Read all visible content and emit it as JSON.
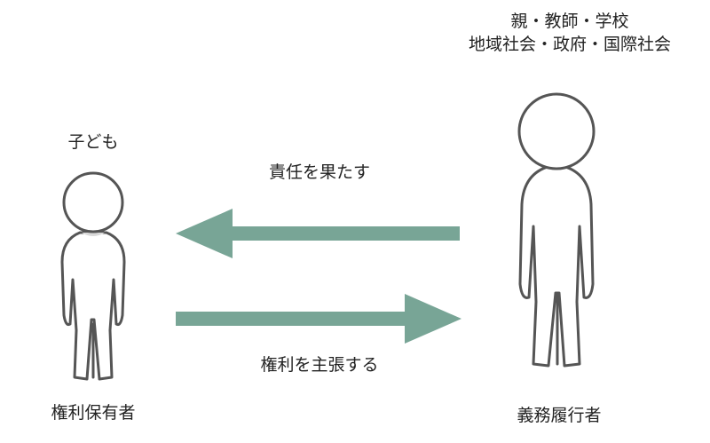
{
  "child": {
    "name": "子ども",
    "role": "権利保有者"
  },
  "adult": {
    "name_line1": "親・教師・学校",
    "name_line2": "地域社会・政府・国際社会",
    "role": "義務履行者"
  },
  "arrows": {
    "top_label": "責任を果たす",
    "bottom_label": "権利を主張する"
  },
  "colors": {
    "arrow": "#78a596",
    "outline": "#555555",
    "figure_fill": "#ffffff",
    "neck_shadow": "#d9d9d9"
  }
}
